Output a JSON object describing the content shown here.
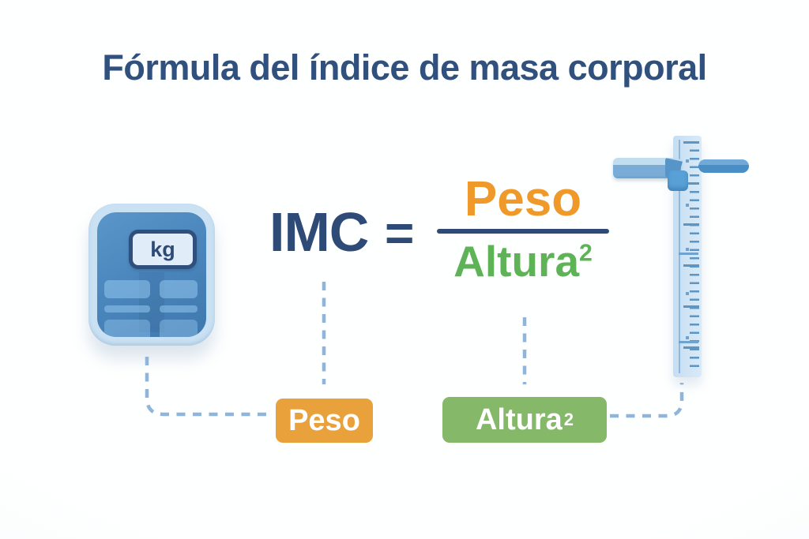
{
  "title": "Fórmula del índice de masa corporal",
  "formula": {
    "lhs": "IMC",
    "equals": "=",
    "numerator": "Peso",
    "denominator_base": "Altura",
    "denominator_exponent": "2"
  },
  "scale": {
    "display_label": "kg"
  },
  "labels": {
    "weight": "Peso",
    "height_base": "Altura",
    "height_exponent": "2"
  },
  "colors": {
    "title_navy": "#30507e",
    "formula_navy": "#2e4b78",
    "peso_orange_text": "#f0992b",
    "altura_green_text": "#5fb357",
    "peso_box": "#e9a23b",
    "altura_box": "#85b868",
    "box_text": "#ffffff",
    "scale_body_blue": "#4a86bc",
    "scale_shell": "#c9e1f3",
    "scale_display_bg": "#e0ecf7",
    "scale_display_border": "#2f4f7c",
    "ruler_strip": "#d3e6f5",
    "ruler_tick": "#5d95c5",
    "slider_blue": "#58a0d5",
    "dashed_line": "#8fb6da",
    "background": "#fbfdff"
  }
}
